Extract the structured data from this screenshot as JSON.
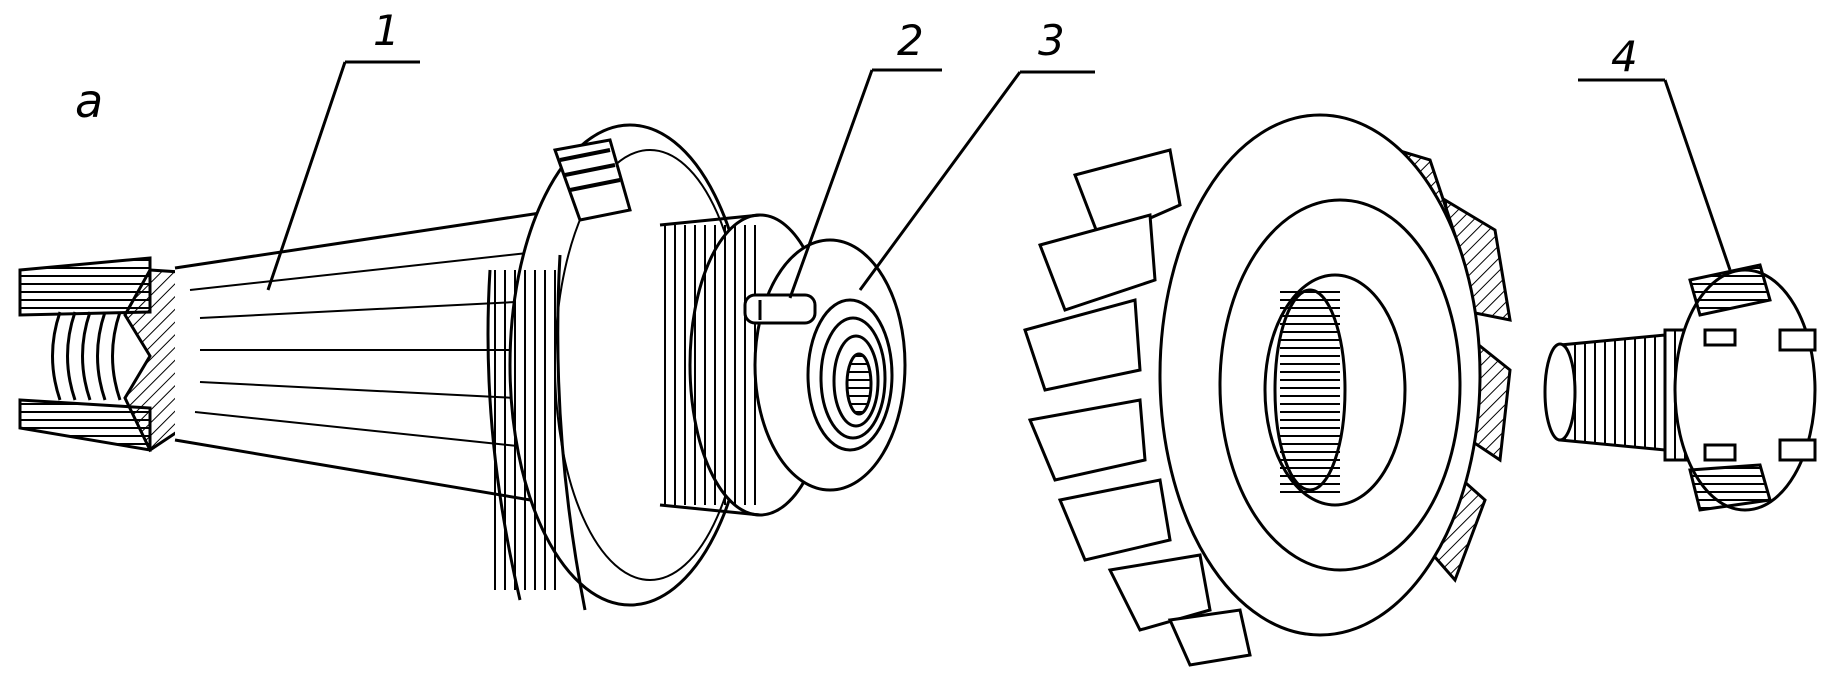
{
  "figure": {
    "panel_label": "a",
    "callouts": [
      {
        "number": "1",
        "part": "arbor"
      },
      {
        "number": "2",
        "part": "key"
      },
      {
        "number": "3",
        "part": "arbor-nose"
      },
      {
        "number": "4",
        "part": "screw"
      }
    ],
    "ink_color": "#000000",
    "paper_color": "#ffffff"
  }
}
